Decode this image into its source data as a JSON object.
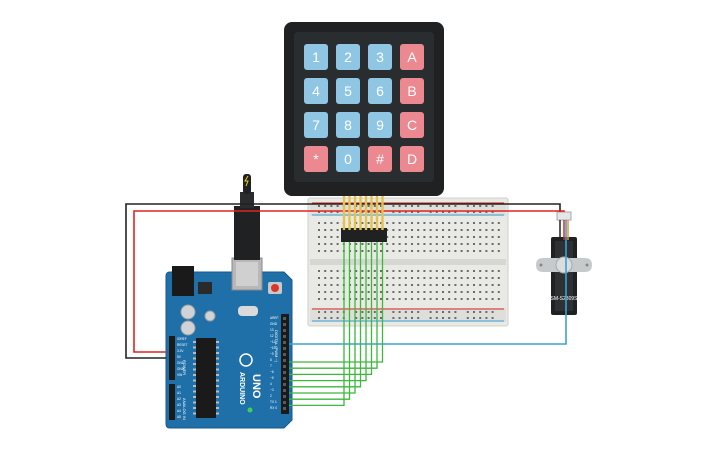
{
  "keypad": {
    "rows": [
      [
        {
          "label": "1",
          "color": "blue"
        },
        {
          "label": "2",
          "color": "blue"
        },
        {
          "label": "3",
          "color": "blue"
        },
        {
          "label": "A",
          "color": "red"
        }
      ],
      [
        {
          "label": "4",
          "color": "blue"
        },
        {
          "label": "5",
          "color": "blue"
        },
        {
          "label": "6",
          "color": "blue"
        },
        {
          "label": "B",
          "color": "red"
        }
      ],
      [
        {
          "label": "7",
          "color": "blue"
        },
        {
          "label": "8",
          "color": "blue"
        },
        {
          "label": "9",
          "color": "blue"
        },
        {
          "label": "C",
          "color": "red"
        }
      ],
      [
        {
          "label": "*",
          "color": "red"
        },
        {
          "label": "0",
          "color": "blue"
        },
        {
          "label": "#",
          "color": "red"
        },
        {
          "label": "D",
          "color": "red"
        }
      ]
    ]
  },
  "arduino": {
    "brand": "ARDUINO",
    "model": "UNO",
    "digital_header": "DIGITAL (PWM ~)",
    "power_header": "POWER",
    "analog_header": "ANALOG IN",
    "power_pins": [
      "IOREF",
      "RESET",
      "3.3V",
      "5V",
      "GND",
      "GND",
      "VIN"
    ],
    "analog_pins": [
      "A0",
      "A1",
      "A2",
      "A3",
      "A4",
      "A5"
    ],
    "digital_pins": [
      "AREF",
      "GND",
      "13",
      "12",
      "~11",
      "~10",
      "~9",
      "8",
      "7",
      "~6",
      "~5",
      "4",
      "~3",
      "2",
      "TX 1",
      "RX 0"
    ]
  },
  "servo": {
    "label": "SM-S2309S"
  },
  "colors": {
    "wire_red": "#e0241e",
    "wire_black": "#222222",
    "wire_blue": "#3aa0d6",
    "wire_green": "#3cb83a",
    "board_blue": "#1f6fa8",
    "breadboard": "#e9e9e6"
  }
}
